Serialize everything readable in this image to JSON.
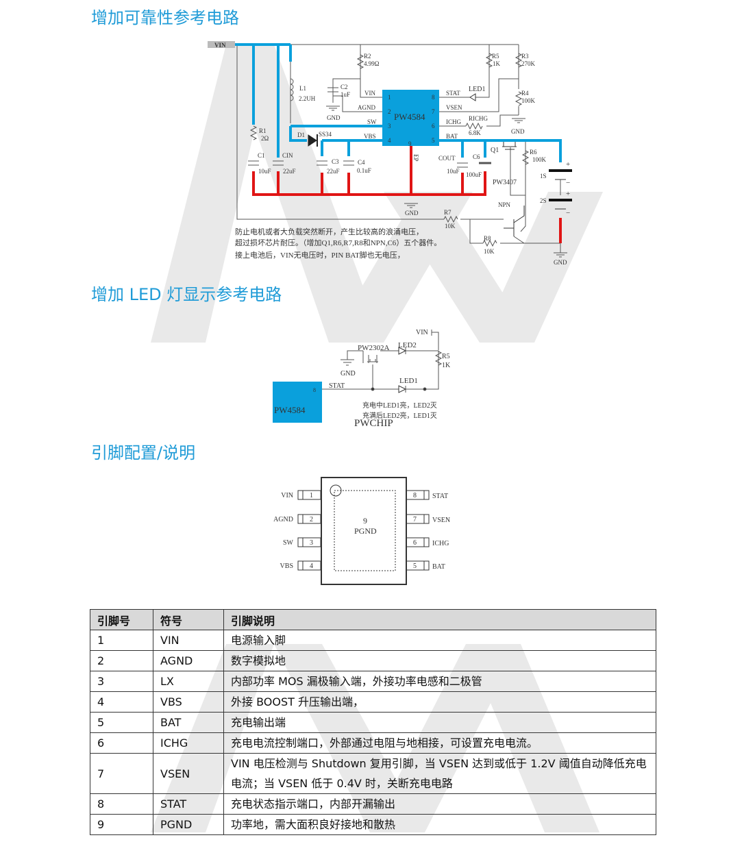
{
  "headings": {
    "reliability": "增加可靠性参考电路",
    "led": "增加 LED 灯显示参考电路",
    "pinout": "引脚配置/说明"
  },
  "circuit1": {
    "vin": "VIN",
    "chip": "PW4584",
    "pins_left": [
      {
        "n": "1",
        "name": "VIN"
      },
      {
        "n": "2",
        "name": "AGND"
      },
      {
        "n": "3",
        "name": "SW"
      },
      {
        "n": "4",
        "name": "VBS"
      }
    ],
    "pins_right": [
      {
        "n": "8",
        "name": "STAT"
      },
      {
        "n": "7",
        "name": "VSEN"
      },
      {
        "n": "6",
        "name": "ICHG"
      },
      {
        "n": "5",
        "name": "BAT"
      }
    ],
    "pin9": "9",
    "ep": "EP",
    "r2": "R2",
    "r2v": "4.99Ω",
    "c2": "C2",
    "c2v": "1uF",
    "l1": "L1",
    "l1v": "2.2UH",
    "r1": "R1",
    "r1v": "2Ω",
    "c1": "C1",
    "c1v": "10uF",
    "cin": "CIN",
    "cinv": "22uF",
    "d1": "D1",
    "d1v": "SS34",
    "c3": "C3",
    "c3v": "22uF",
    "c4": "C4",
    "c4v": "0.1uF",
    "r5": "R5",
    "r5v": "1K",
    "r3": "R3",
    "r3v": "270K",
    "r4": "R4",
    "r4v": "100K",
    "led1": "LED1",
    "richg": "RICHG",
    "richgv": "6.8K",
    "cout": "COUT",
    "coutv": "10uF",
    "c6": "C6",
    "c6v": "100uF",
    "q1": "Q1",
    "q1v": "PW3407",
    "r6": "R6",
    "r6v": "100K",
    "npn": "NPN",
    "r7": "R7",
    "r7v": "10K",
    "r8": "R8",
    "r8v": "10K",
    "b1": "1S",
    "b2": "2S",
    "plus": "+",
    "minus": "−",
    "gnd": "GND",
    "notes": [
      "防止电机或者大负载突然断开，产生比较高的浪涌电压，",
      "超过损坏芯片耐压。（增加Q1,R6,R7,R8和NPN,C6）五个器件。",
      "接上电池后，VIN无电压时，PIN BAT脚也无电压，"
    ]
  },
  "circuit2": {
    "chip": "PW4584",
    "pin": "8",
    "stat": "STAT",
    "led1": "LED1",
    "led2": "LED2",
    "mos": "PW2302A",
    "gnd": "GND",
    "vin": "VIN",
    "r5": "R5",
    "r5v": "1K",
    "notes": [
      "充电中LED1亮，LED2灭",
      "充满后LED2亮，LED1灭"
    ],
    "watermark": "PWCHIP"
  },
  "package": {
    "center_num": "9",
    "center_name": "PGND",
    "left": [
      {
        "n": "1",
        "name": "VIN"
      },
      {
        "n": "2",
        "name": "AGND"
      },
      {
        "n": "3",
        "name": "SW"
      },
      {
        "n": "4",
        "name": "VBS"
      }
    ],
    "right": [
      {
        "n": "8",
        "name": "STAT"
      },
      {
        "n": "7",
        "name": "VSEN"
      },
      {
        "n": "6",
        "name": "ICHG"
      },
      {
        "n": "5",
        "name": "BAT"
      }
    ]
  },
  "table": {
    "headers": [
      "引脚号",
      "符号",
      "引脚说明"
    ],
    "rows": [
      [
        "1",
        "VIN",
        "电源输入脚"
      ],
      [
        "2",
        "AGND",
        "数字模拟地"
      ],
      [
        "3",
        "LX",
        "内部功率 MOS 漏极输入端，外接功率电感和二极管"
      ],
      [
        "4",
        "VBS",
        "外接 BOOST 升压输出端，"
      ],
      [
        "5",
        "BAT",
        "充电输出端"
      ],
      [
        "6",
        "ICHG",
        "充电电流控制端口，外部通过电阻与地相接，可设置充电电流。"
      ],
      [
        "7",
        "VSEN",
        "VIN 电压检测与 Shutdown 复用引脚，当 VSEN 达到或低于 1.2V 阈值自动降低充电电流；当 VSEN 低于 0.4V 时，关断充电电路"
      ],
      [
        "8",
        "STAT",
        "充电状态指示端口，内部开漏输出"
      ],
      [
        "9",
        "PGND",
        "功率地，需大面积良好接地和散热"
      ]
    ]
  },
  "colors": {
    "heading": "#1f9bd7",
    "chip": "#0aa0dc",
    "wire_blue": "#0aa0dc",
    "wire_red": "#e01515",
    "watermark": "#e8e8e8"
  }
}
